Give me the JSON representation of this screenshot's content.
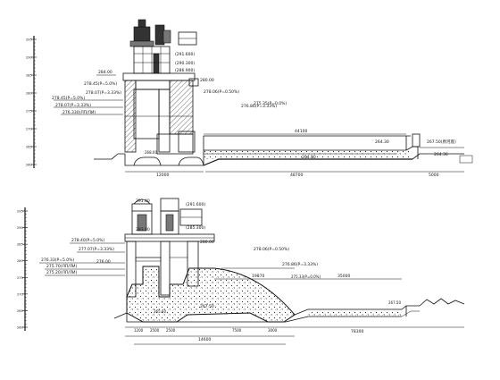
{
  "top_section": {
    "elevations": {
      "crest": "284.00",
      "deck": "280.00",
      "left_level_1": "278.45(P=5.0%)",
      "left_level_2": "278.07(P=3.33%)",
      "left_level_3": "276.330(ЛП/ЛИ)",
      "mid_level_1": "278.06(P=0.50%)",
      "mid_level_2": "276.86(P=3.33%)",
      "mid_level_3": "275.35(P=0.0%)",
      "floor": "268.00",
      "stilling_basin": "264.50",
      "tailwater": "264.30",
      "outlet": "267.50(原河底)",
      "gate_top": "(291.600)",
      "gate_mid": "(290.300)",
      "gate_low": "(286.900)",
      "right_mark": "264.36"
    },
    "dimensions": {
      "basin_length": "44100",
      "total_length": "48700",
      "apron": "12000",
      "small_span": "5000"
    },
    "scale_ticks": [
      "295",
      "290",
      "285",
      "280",
      "275",
      "270",
      "265",
      "260"
    ]
  },
  "bottom_section": {
    "elevations": {
      "top": "291.40",
      "deck": "283.00",
      "right_deck": "280.00",
      "left_level_1": "278.40(P=5.0%)",
      "left_level_2": "277.07(P=3.33%)",
      "left_level_3": "276.33(P=5.0%)",
      "left_level_4": "275.70(ЛП/ЛИ)",
      "left_level_5": "275.20(ЛП/ЛИ)",
      "left_level_6": "276.00",
      "mid_level_1": "278.06(P=0.50%)",
      "mid_level_2": "276.86(P=3.33%)",
      "mid_level_3": "275.33(P=0.0%)",
      "bottom": "267.50",
      "floor": "265.60",
      "gate_top": "(291.600)",
      "gate_low": "(285.300)"
    },
    "dimensions": {
      "slope_length": "19870",
      "basin": "35000",
      "total": "78300",
      "left": "14600",
      "seg_1": "1200",
      "seg_2": "2500",
      "seg_3": "2500",
      "seg_4": "7500",
      "seg_5": "3000"
    },
    "scale_ticks": [
      "295",
      "290",
      "285",
      "280",
      "275",
      "270",
      "265",
      "260"
    ]
  }
}
